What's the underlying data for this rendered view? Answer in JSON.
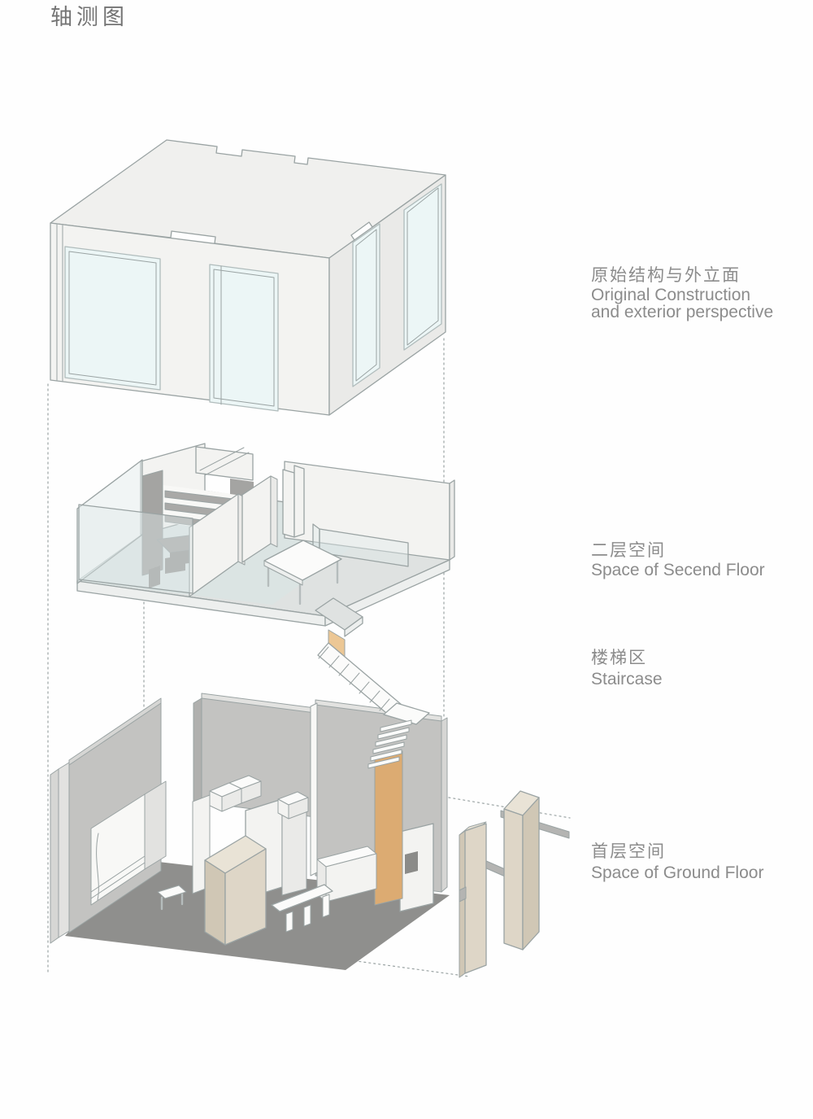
{
  "title": "轴测图",
  "labels": {
    "original": {
      "zh": "原始结构与外立面",
      "en1": "Original Construction",
      "en2": "and exterior perspective"
    },
    "second_floor": {
      "zh": "二层空间",
      "en": "Space of Secend Floor"
    },
    "staircase": {
      "zh": "楼梯区",
      "en": "Staircase"
    },
    "ground_floor": {
      "zh": "首层空间",
      "en": "Space of Ground Floor"
    }
  },
  "colors": {
    "line": "#9aa3a3",
    "lineSoft": "#b5bcbc",
    "title": "#747474",
    "text": "#8c8c8c",
    "roof": "#f0f0ee",
    "wallWhite": "#f3f3f1",
    "wallShade": "#eaeae8",
    "wallBright": "#f8f8f6",
    "window": "#ecf6f6",
    "windowStroke": "#b0bcbc",
    "glass": "#dfeaea",
    "slab": "#dfe2e1",
    "slabSide": "#edefee",
    "slabTint": "#d9e6e4",
    "grayWall": "#c3c3c1",
    "grayWallLight": "#d6d6d4",
    "grayWallDark": "#b0b0ae",
    "grayCap": "#e2e2e0",
    "floorDark": "#8f8f8d",
    "beige": "#ded6c7",
    "beigeSide": "#d0c7b5",
    "beigeTop": "#e9e3d6",
    "orange": "#dcab72",
    "orangeLight": "#ecc795",
    "slat": "#a9a9a7",
    "darkPanel": "#a4a4a2",
    "darkPanel2": "#969694",
    "white": "#fbfbfa",
    "slot": "#8b8b89",
    "rail": "#b4b4b2"
  }
}
